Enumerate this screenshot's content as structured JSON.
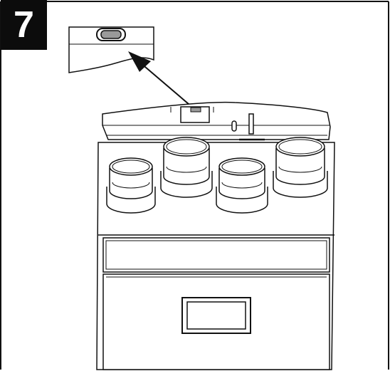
{
  "step": {
    "number": "7"
  },
  "illustration": {
    "detail_callout": "zoomed-switch-detail",
    "main_unit": "ventilation-unit-with-four-round-ports",
    "port_count": 4,
    "colors": {
      "line": "#111111",
      "switch_fill": "#9a9a9a",
      "badge": "#0c0c0c"
    }
  }
}
